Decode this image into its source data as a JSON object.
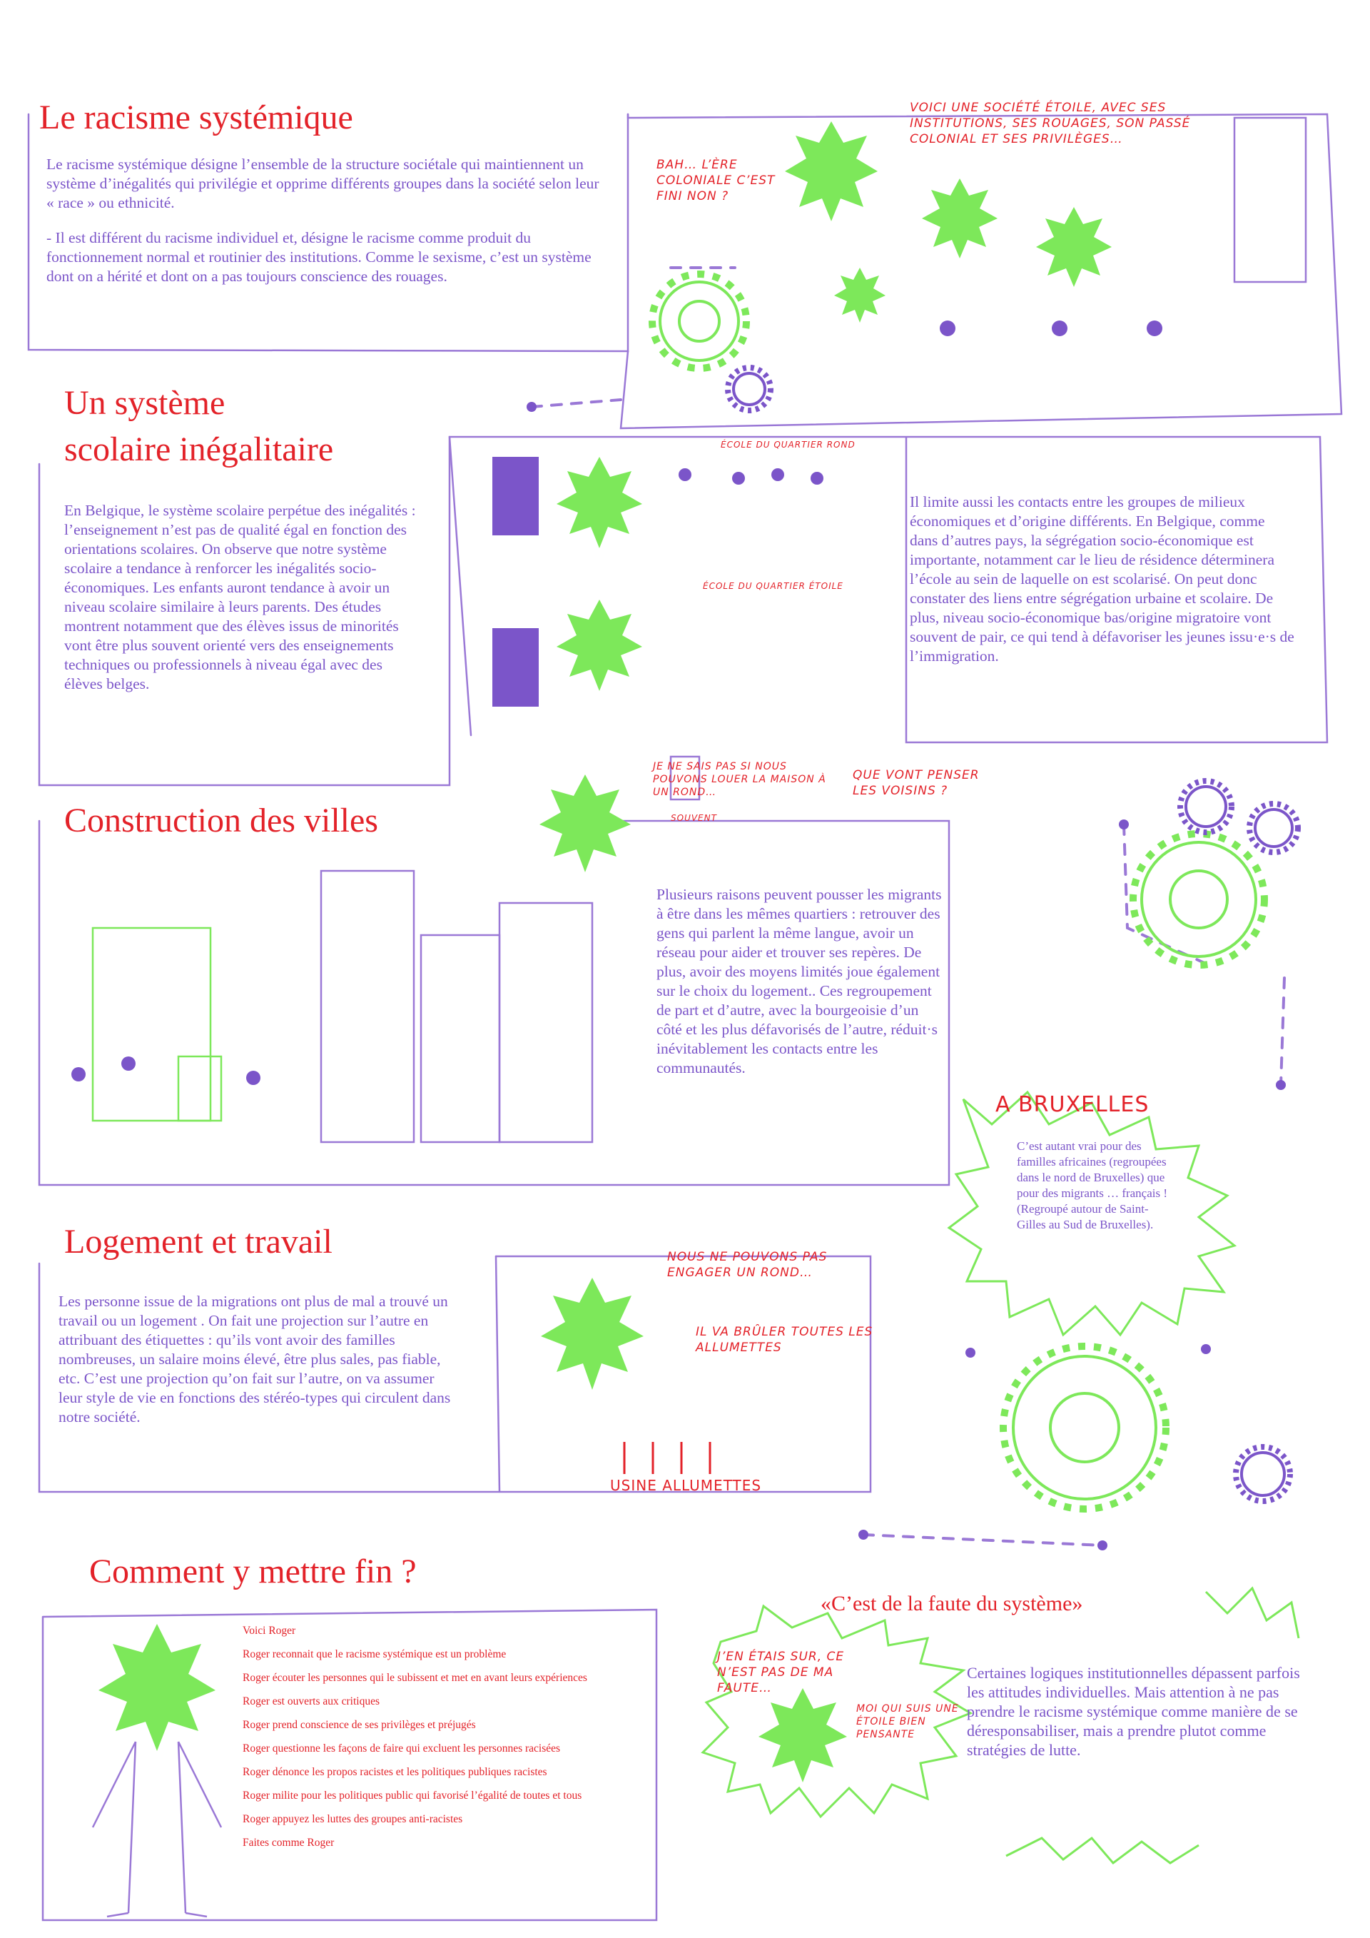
{
  "colors": {
    "red": "#e32229",
    "purple": "#7b55c9",
    "green": "#7de85a"
  },
  "s1": {
    "title": "Le racisme systémique",
    "p1": "Le racisme systémique désigne l’ensemble de la structure sociétale qui maintiennent un système d’inégalités qui privilégie et opprime différents groupes dans la société selon leur « race » ou ethnicité.",
    "p2": "- Il est différent du racisme individuel et, désigne le racisme comme produit du fonctionnement normal et routinier des institutions. Comme le sexisme, c’est un système dont on a hérité et dont on a pas toujours conscience des rouages.",
    "bubble1": "Bah… l’ère coloniale c’est fini non ?",
    "bubble2": "Voici une société étoile, avec ses institutions, ses rouages, son passé colonial et ses privilèges…"
  },
  "s2": {
    "title_line1": "Un système",
    "title_line2": "scolaire inégalitaire",
    "p_left": "En Belgique, le système scolaire perpétue des inégalités : l’enseignement n’est pas de qualité égal en fonction des orientations scolaires. On observe que notre système scolaire a tendance à renforcer les inégalités socio-économiques. Les enfants auront tendance à avoir un niveau scolaire similaire à leurs parents. Des études montrent notamment que des élèves issus de minorités vont être plus souvent orienté vers des enseignements techniques ou professionnels à niveau égal avec des élèves belges.",
    "p_right": "Il limite aussi les contacts entre les groupes de milieux économiques et d’origine différents. En Belgique, comme dans d’autres pays, la ségrégation socio-économique est importante, notamment car le lieu de résidence déterminera l’école au sein de laquelle on est scolarisé. On peut donc constater des liens entre ségrégation urbaine et scolaire. De plus, niveau socio-économique bas/origine migratoire vont souvent de pair, ce qui tend à défavoriser les jeunes issu·e·s de l’immigration.",
    "label_rond": "École du quartier rond",
    "label_etoile": "École du quartier étoile"
  },
  "s3": {
    "title": "Construction des villes",
    "p": "Plusieurs raisons peuvent pousser les migrants à être dans les mêmes quartiers : retrouver des gens qui parlent la même langue, avoir un réseau pour aider et trouver ses repères. De plus, avoir des moyens limités joue également sur le choix du logement.. Ces regroupement de part et d’autre, avec la bourgeoisie d’un côté et les plus défavorisés de l’autre, réduit·s inévitablement les contacts entre les communautés.",
    "bubble1": "Je ne sais pas si nous pouvons louer la maison à un rond…",
    "bubble1b": "souvent",
    "bubble2": "Que vont penser les voisins ?",
    "bx_title": "A Bruxelles",
    "bx_text": "C’est autant vrai pour des familles africaines (regroupées dans le nord de Bruxelles) que pour des migrants … français ! (Regroupé autour de Saint-Gilles au Sud de Bruxelles)."
  },
  "s4": {
    "title": "Logement et travail",
    "p": "Les personne issue de la migrations ont plus de mal a trouvé un travail ou un logement . On fait une projection sur l’autre en attribuant des étiquettes : qu’ils vont avoir des familles nombreuses, un salaire moins élevé, être plus sales, pas fiable, etc. C’est une projection qu’on fait sur l’autre, on va assumer leur style de vie en fonctions des stéréo-types qui circulent dans notre société.",
    "bubble1": "Nous ne pouvons pas engager un rond…",
    "bubble2": "Il va brûler toutes les allumettes",
    "factory": "Usine allumettes"
  },
  "s5": {
    "title": "Comment y mettre fin ?",
    "roger": [
      "Voici Roger",
      "Roger reconnait que le racisme systémique est un problème",
      "Roger écouter les personnes qui le subissent et met en avant leurs expériences",
      "Roger est ouverts aux critiques",
      "Roger prend conscience de ses privilèges et préjugés",
      "Roger questionne les façons de faire qui excluent les personnes racisées",
      "Roger dénonce les propos racistes et les politiques publiques racistes",
      "Roger milite pour les politiques public qui favorisé l’égalité de toutes et tous",
      "Roger appuyez les luttes des groupes anti-racistes",
      "Faites comme Roger"
    ],
    "quote_title": "«C’est de la faute du système»",
    "quote_text": "Certaines logiques institutionnelles dépassent parfois les attitudes individuelles. Mais attention à ne pas prendre le racisme systémique comme manière de se déresponsabiliser, mais a prendre plutot comme stratégies de lutte.",
    "bubble1": "J’en étais sur, ce n’est pas de ma faute…",
    "bubble2": "Moi qui suis une étoile bien pensante"
  }
}
